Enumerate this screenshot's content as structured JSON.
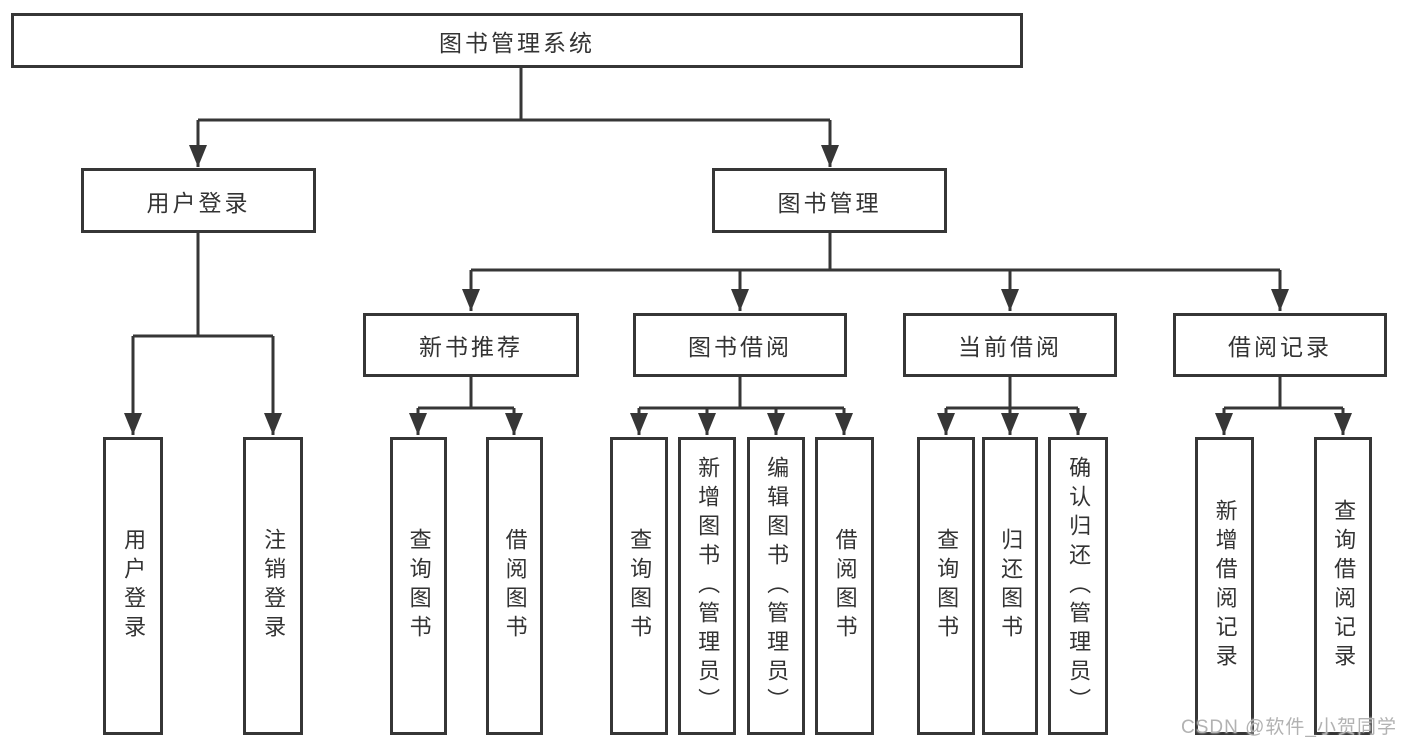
{
  "diagram": {
    "root": {
      "label": "图书管理系统"
    },
    "user_login": {
      "label": "用户登录",
      "children": [
        "用户登录",
        "注销登录"
      ]
    },
    "book_management": {
      "label": "图书管理"
    },
    "new_book_recommend": {
      "label": "新书推荐",
      "children": [
        "查询图书",
        "借阅图书"
      ]
    },
    "book_borrowing": {
      "label": "图书借阅",
      "children": [
        "查询图书",
        "新增图书（管理员）",
        "编辑图书（管理员）",
        "借阅图书"
      ]
    },
    "current_borrowing": {
      "label": "当前借阅",
      "children": [
        "查询图书",
        "归还图书",
        "确认归还（管理员）"
      ]
    },
    "borrowing_records": {
      "label": "借阅记录",
      "children": [
        "新增借阅记录",
        "查询借阅记录"
      ]
    }
  },
  "watermark": "CSDN @软件_小贺同学",
  "colors": {
    "line": "#363636",
    "box_border": "#363636",
    "box_fill": "#ffffff",
    "text": "#333333",
    "watermark": "#b2b2b2"
  }
}
